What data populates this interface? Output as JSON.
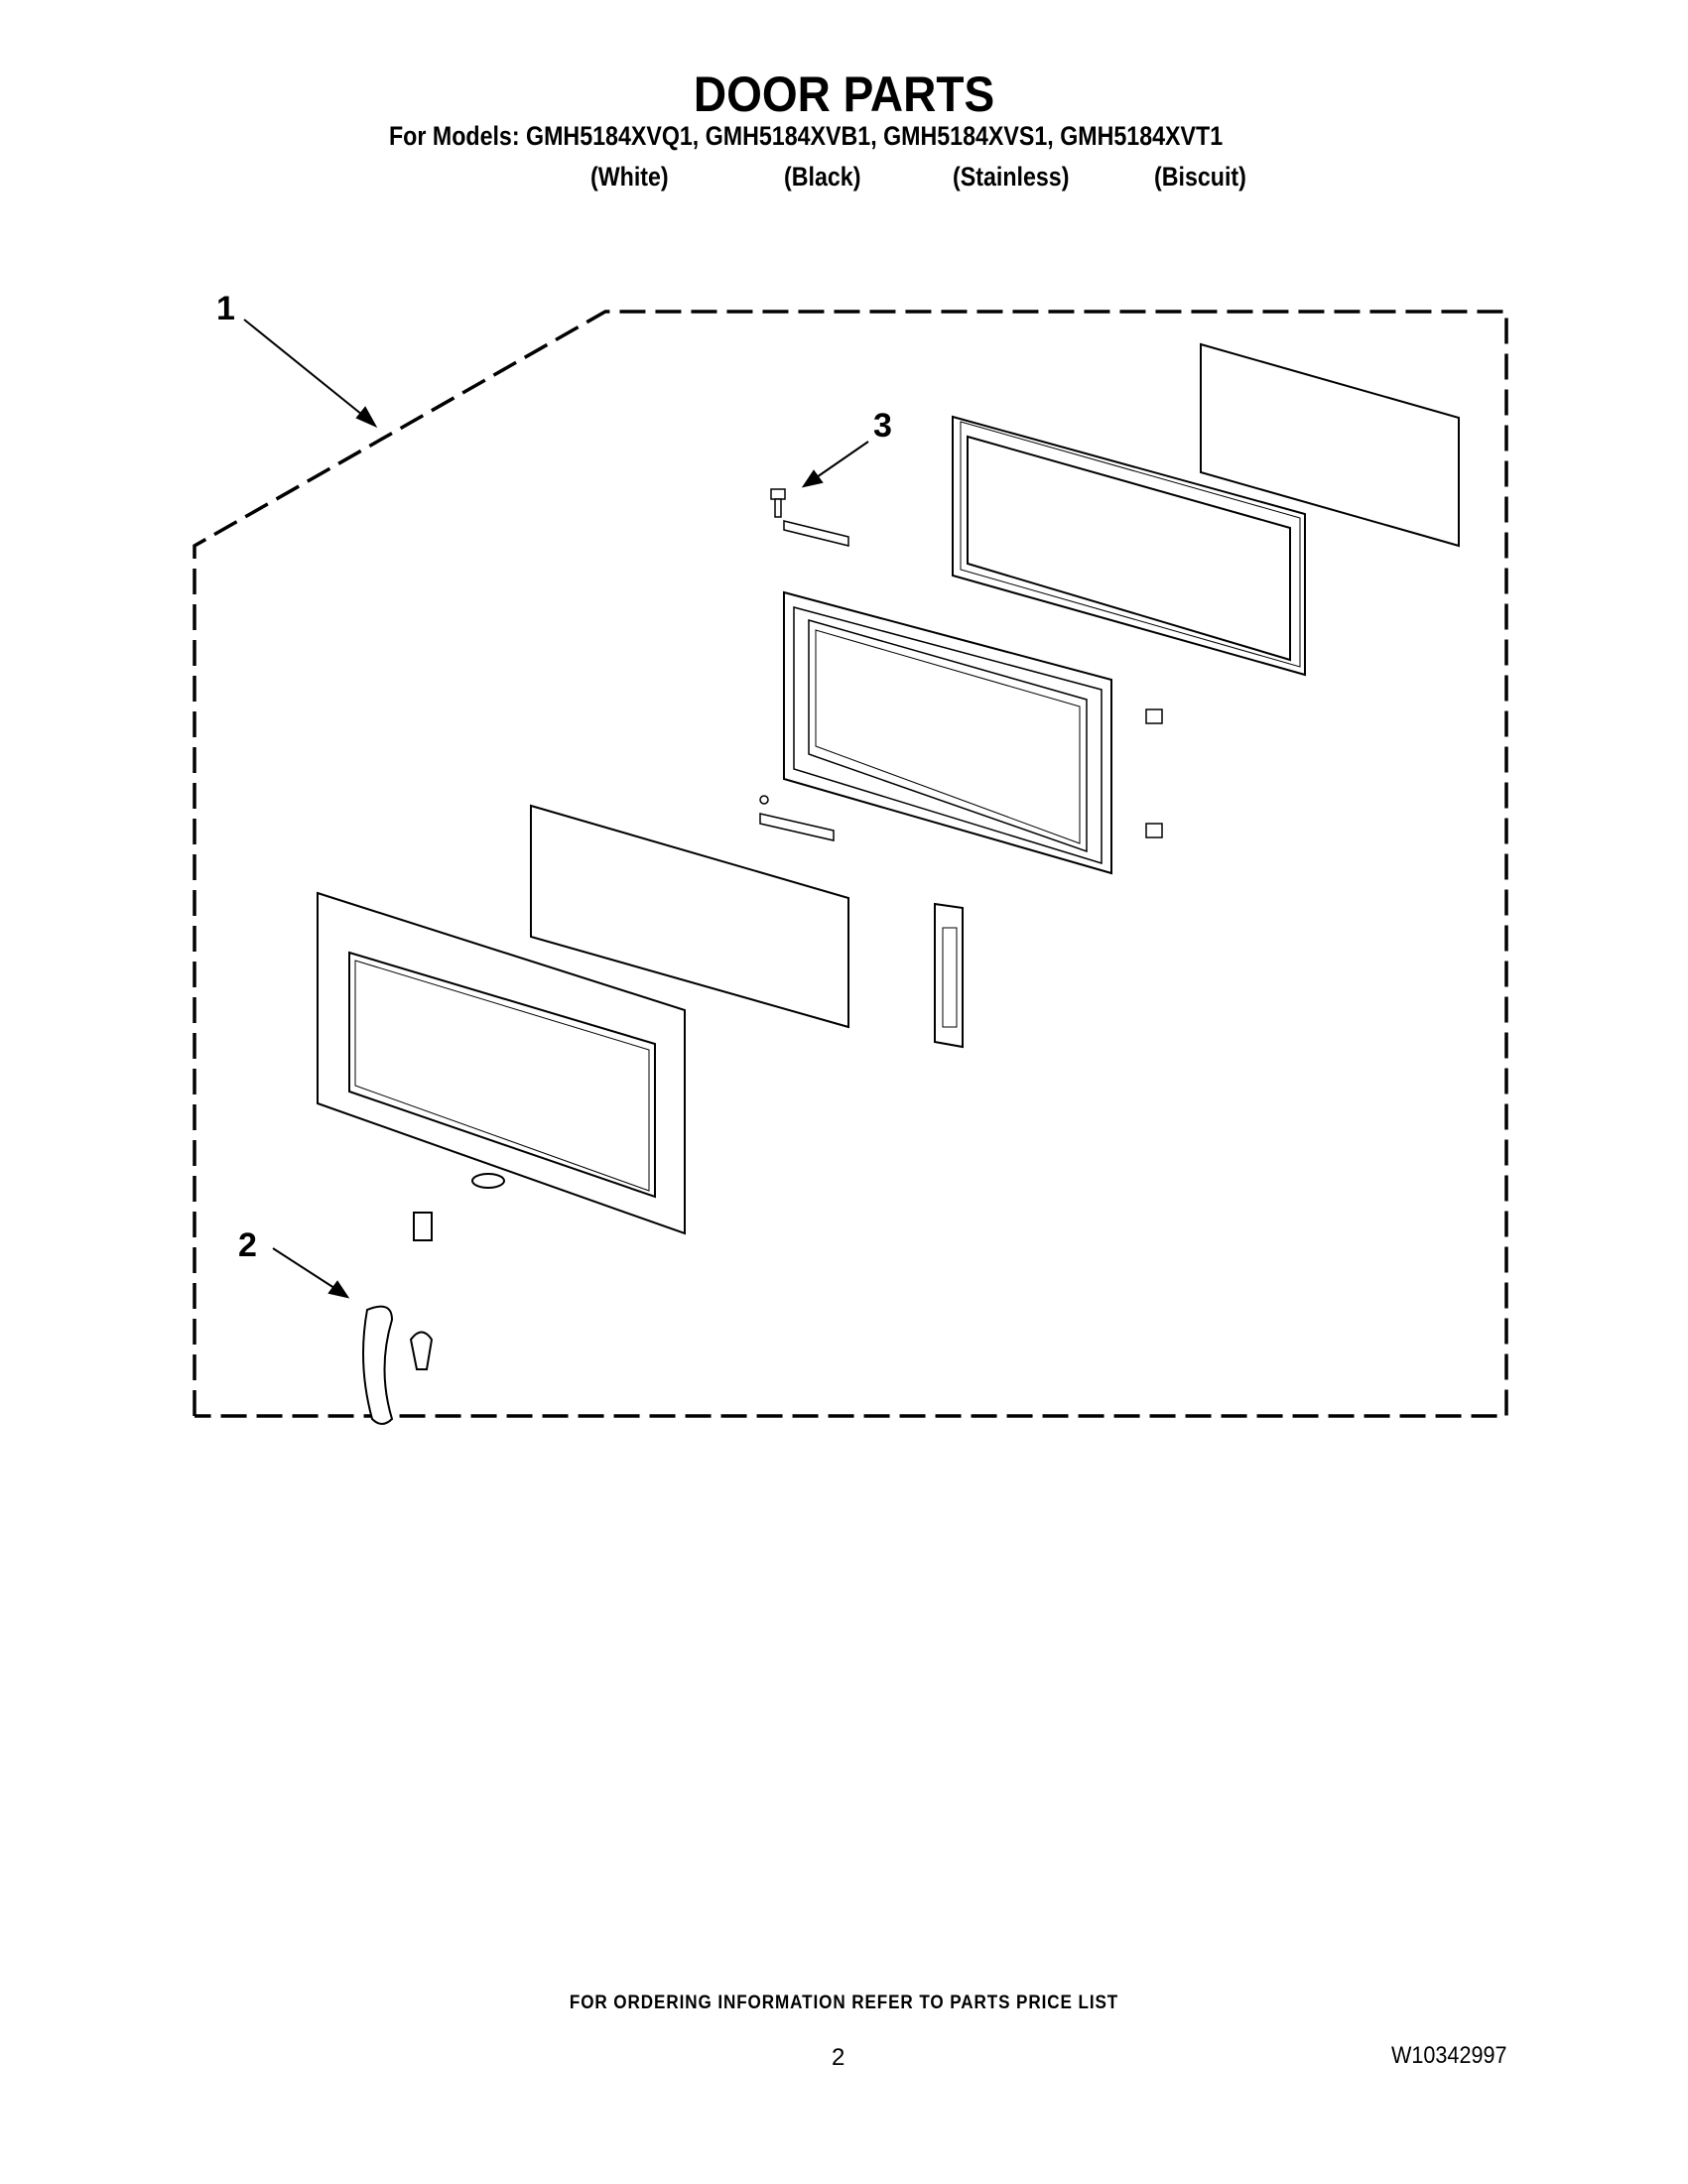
{
  "header": {
    "title": "DOOR PARTS",
    "models_line": "For Models: GMH5184XVQ1, GMH5184XVB1, GMH5184XVS1, GMH5184XVT1",
    "colors": [
      "(White)",
      "(Black)",
      "(Stainless)",
      "(Biscuit)"
    ]
  },
  "diagram": {
    "callouts": [
      {
        "number": "1",
        "target": "door-assembly"
      },
      {
        "number": "2",
        "target": "door-handle"
      },
      {
        "number": "3",
        "target": "screw-hinge"
      }
    ]
  },
  "footer": {
    "ordering_note": "FOR ORDERING INFORMATION REFER TO PARTS PRICE LIST",
    "page_number": "2",
    "document_number": "W10342997"
  }
}
